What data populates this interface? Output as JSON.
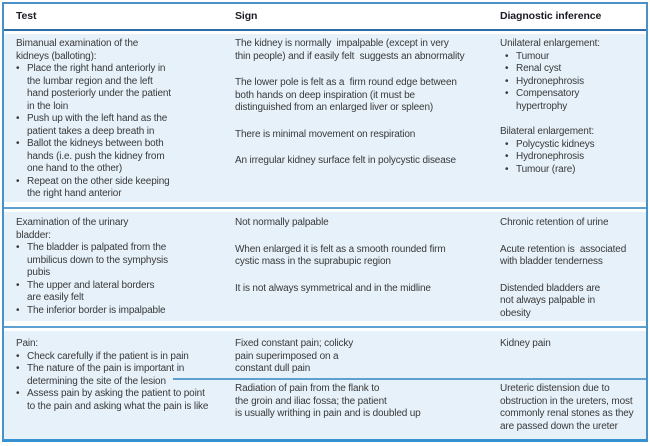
{
  "meta": {
    "bullet": "•"
  },
  "colors": {
    "frame": "#4a92c6",
    "bottom_border": "#3591d2",
    "header_rule": "#2b6ca6",
    "row_divider": "#5ea0d0",
    "row_background": "#e6f1f9",
    "body_text": "#3a3a3a",
    "header_text": "#1c1c26"
  },
  "header": {
    "test": "Test",
    "sign": "Sign",
    "diagnostic": "Diagnostic inference"
  },
  "rows": [
    {
      "test": {
        "heading": "Bimanual examination of the\nkidneys (balloting):",
        "bullets": [
          "Place the right hand anteriorly in\nthe lumbar region and the left\nhand posteriorly under the patient\nin the loin",
          "Push up with the left hand as the\npatient takes a deep breath in",
          "Ballot the kidneys between both\nhands (i.e. push the kidney from\none hand to the other)",
          "Repeat on the other side keeping\nthe right hand anterior"
        ]
      },
      "sign": {
        "paragraphs": [
          "The kidney is normally  impalpable (except in very\nthin people) and if easily felt  suggests an abnormality",
          "The lower pole is felt as a  firm round edge between\nboth hands on deep inspiration (it must be\ndistinguished from an enlarged liver or spleen)",
          "There is minimal movement on respiration",
          "An irregular kidney surface felt in polycystic disease"
        ]
      },
      "diagnostic": {
        "groups": [
          {
            "label": "Unilateral enlargement:",
            "bullets": [
              "Tumour",
              "Renal cyst",
              "Hydronephrosis",
              "Compensatory\nhypertrophy"
            ]
          },
          {
            "label": "Bilateral enlargement:",
            "bullets": [
              "Polycystic kidneys",
              "Hydronephrosis",
              "Tumour (rare)"
            ]
          }
        ]
      }
    },
    {
      "test": {
        "heading": "Examination of the urinary\nbladder:",
        "bullets": [
          "The bladder is palpated from the\numbilicus down to the symphysis\npubis",
          "The upper and lateral borders\nare easily felt",
          "The inferior border is impalpable"
        ]
      },
      "sign": {
        "paragraphs": [
          "Not normally palpable",
          "When enlarged it is felt as a smooth rounded firm\ncystic mass in the suprabupic region",
          "It is not always symmetrical and in the midline"
        ]
      },
      "diagnostic": {
        "paragraphs": [
          "Chronic retention of urine",
          "Acute retention is  associated\nwith bladder tenderness",
          "Distended bladders are\nnot always palpable in\nobesity"
        ]
      }
    },
    {
      "test": {
        "heading": "Pain:",
        "bullets": [
          "Check carefully if the patient is in pain",
          "The nature of the pain is important in\ndetermining the site of the lesion",
          "Assess pain by asking the patient to point\nto the pain and asking what the pain is like"
        ]
      },
      "subrows": [
        {
          "sign": "Fixed constant pain; colicky\npain superimposed on a\nconstant dull pain",
          "diagnostic": "Kidney pain"
        },
        {
          "sign": "Radiation of pain from the flank to\nthe groin and iliac fossa; the patient\nis usually writhing in pain and is doubled up",
          "diagnostic": "Ureteric distension due to\nobstruction in the ureters, most\ncommonly renal stones as they\nare passed down the ureter"
        }
      ]
    }
  ]
}
